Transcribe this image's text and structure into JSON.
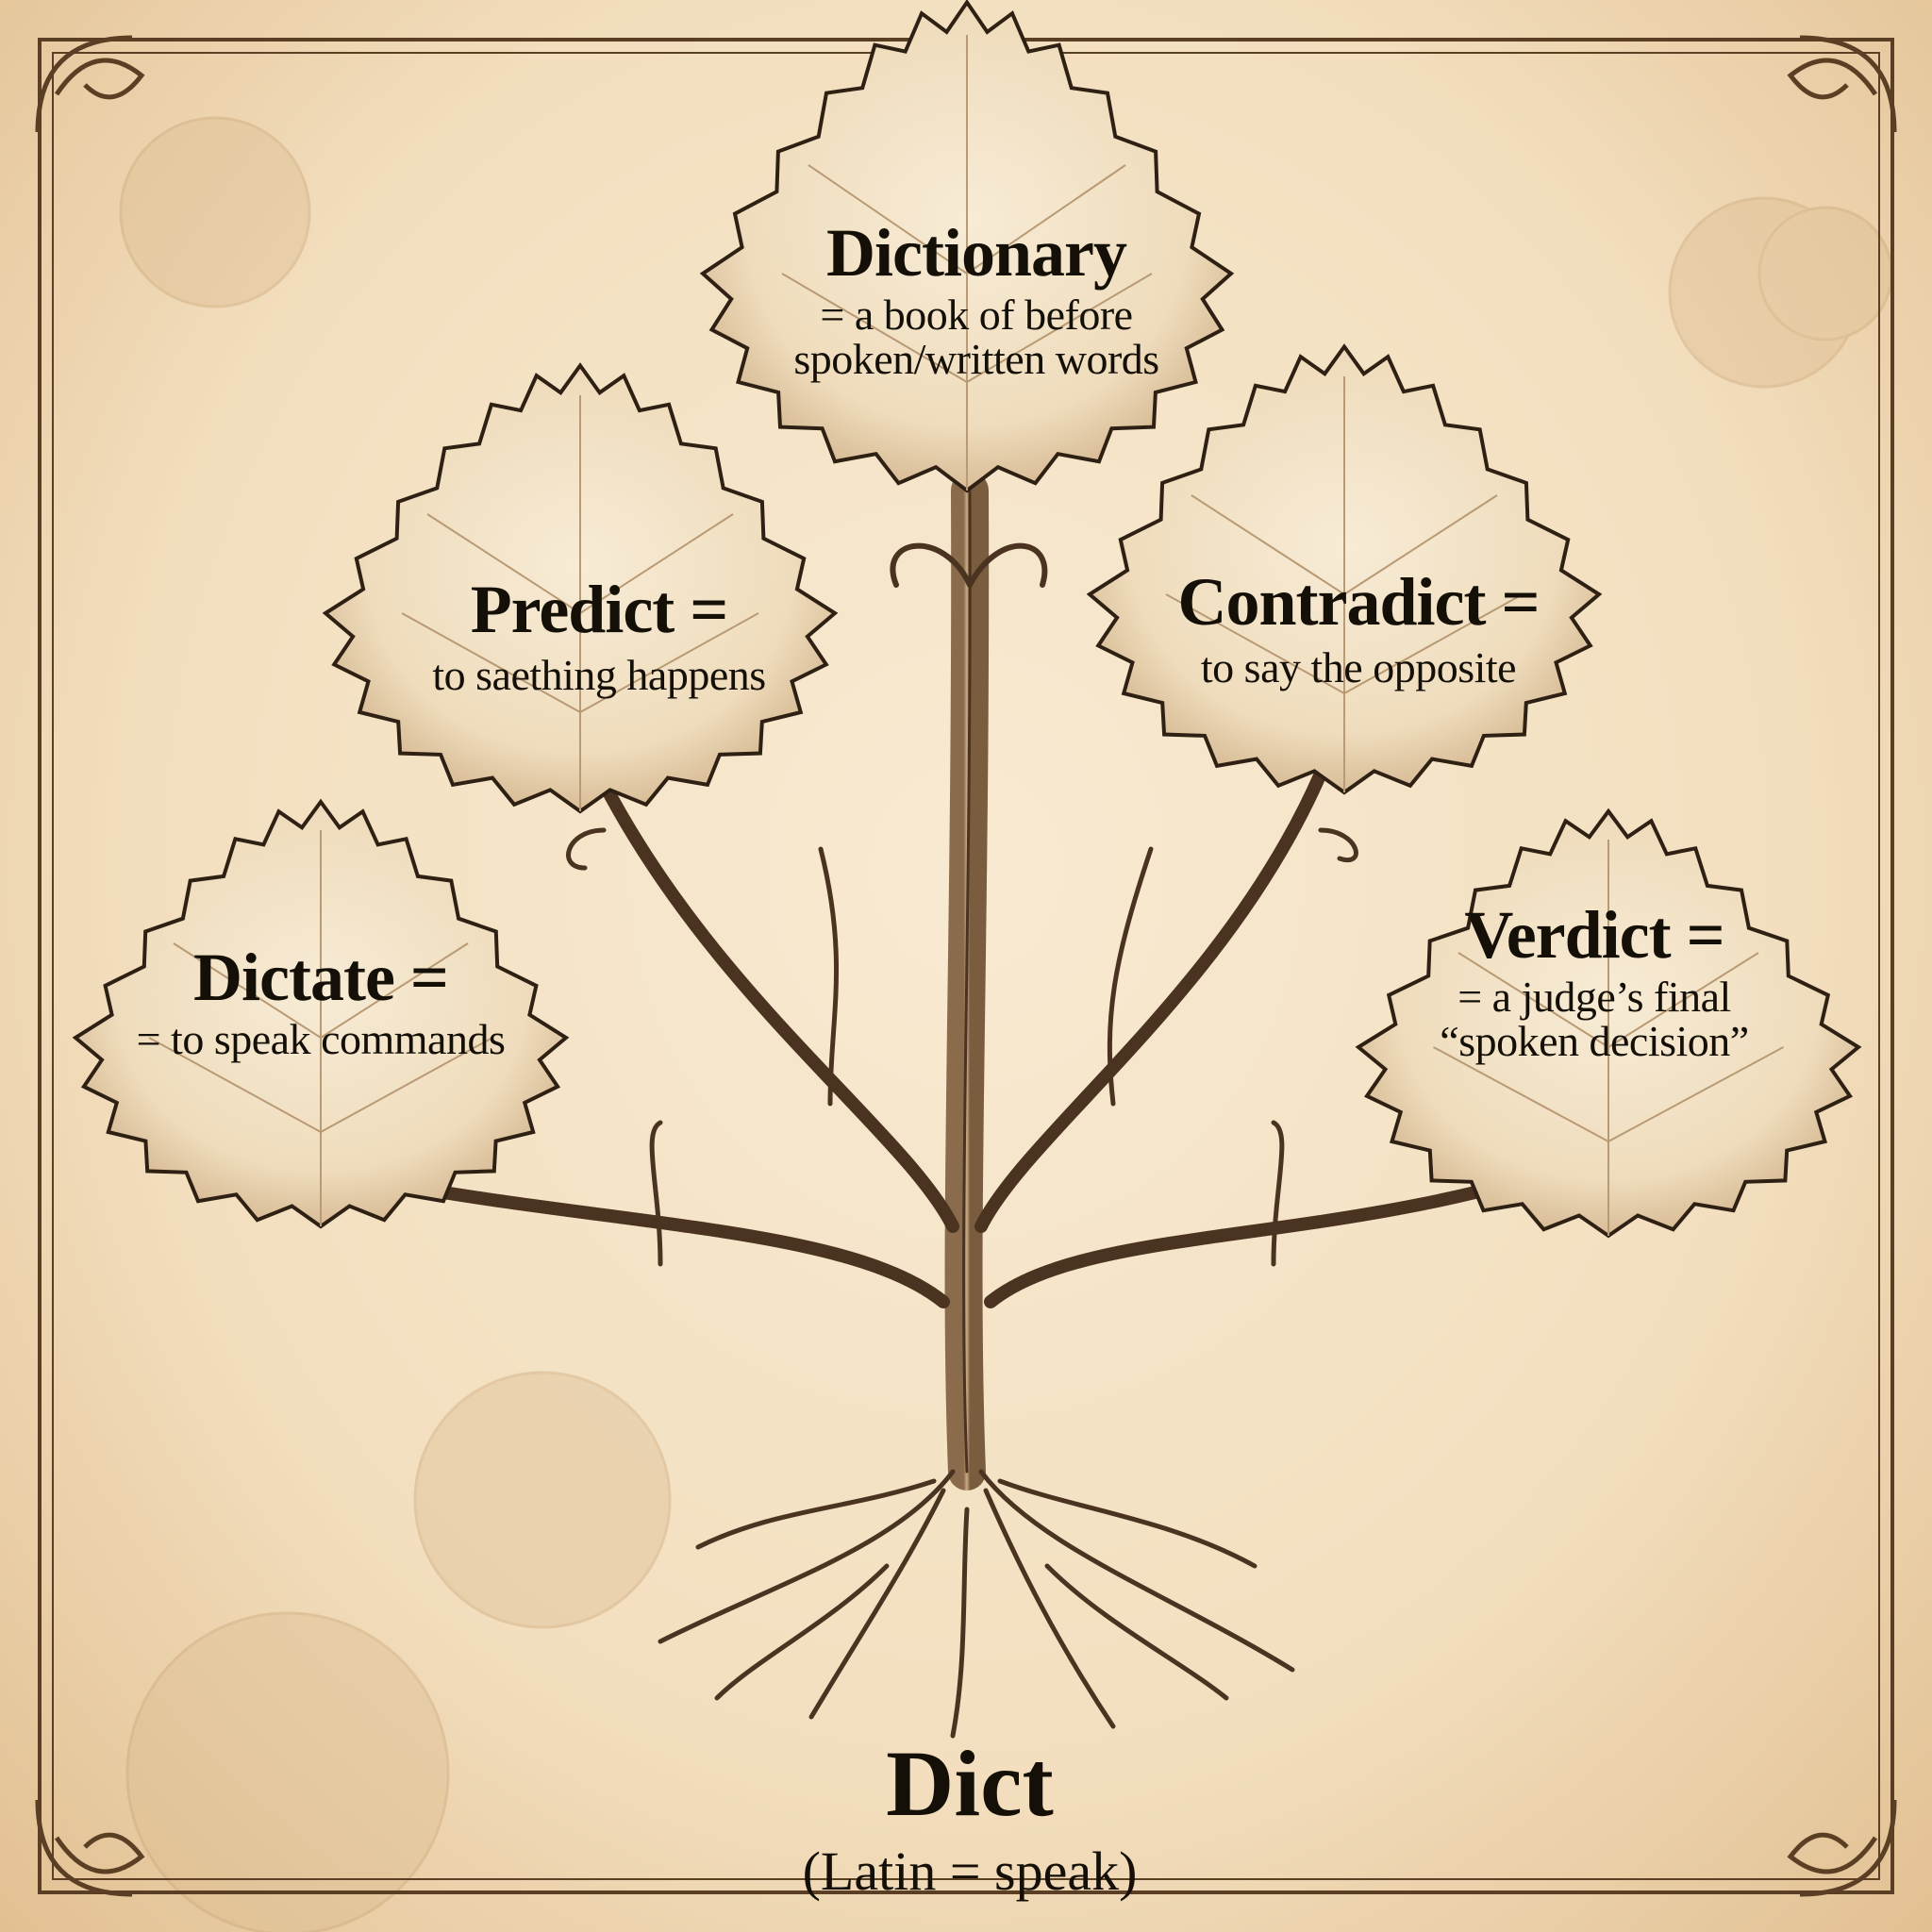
{
  "root": {
    "term": "Dict",
    "meaning": "(Latin = speak)"
  },
  "leaves": [
    {
      "term": "Dictionary",
      "definition_lines": [
        "= a book of before",
        "spoken/written words"
      ]
    },
    {
      "term": "Predict =",
      "definition_lines": [
        "to saething happens"
      ]
    },
    {
      "term": "Contradict =",
      "definition_lines": [
        "to say the opposite"
      ]
    },
    {
      "term": "Dictate =",
      "definition_lines": [
        "= to speak commands"
      ]
    },
    {
      "term": "Verdict =",
      "definition_lines": [
        "= a judge’s final",
        "“spoken decision”"
      ]
    }
  ],
  "colors": {
    "paper": "#f5e4c6",
    "ink": "#3a2a18",
    "leaf": "#f3e3c6",
    "text": "#141008"
  }
}
